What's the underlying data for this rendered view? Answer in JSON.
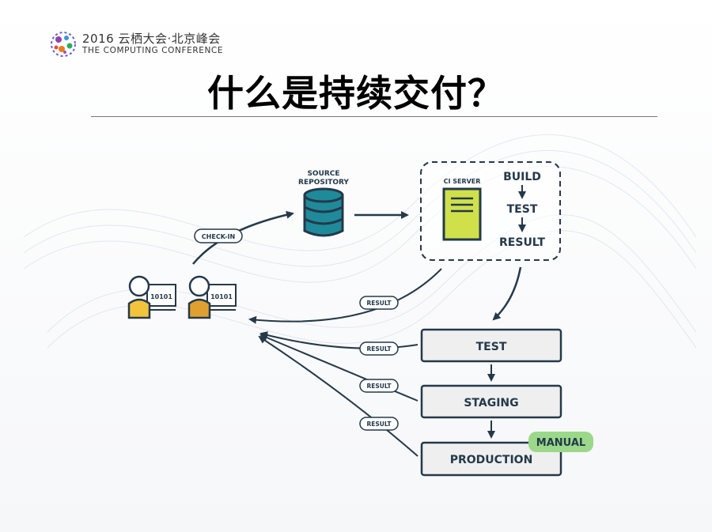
{
  "header": {
    "logo_line1": "2016 云栖大会·北京峰会",
    "logo_line2": "THE COMPUTING CONFERENCE",
    "title": "什么是持续交付？"
  },
  "diagram": {
    "source_repo_l1": "SOURCE",
    "source_repo_l2": "REPOSITORY",
    "check_in": "CHECK-IN",
    "ci_server": "CI SERVER",
    "build": "BUILD",
    "test": "TEST",
    "result": "RESULT",
    "dev_screen": "10101",
    "result_pill": "RESULT",
    "stage_test": "TEST",
    "stage_staging": "STAGING",
    "stage_production": "PRODUCTION",
    "manual": "MANUAL"
  },
  "colors": {
    "accent_dark": "#24394a",
    "repo_teal": "#1f8a9a",
    "ci_yellow": "#cfe04a",
    "manual_green": "#9bd88a",
    "person_yellow": "#f2c43c",
    "person_orange": "#e0a030"
  }
}
